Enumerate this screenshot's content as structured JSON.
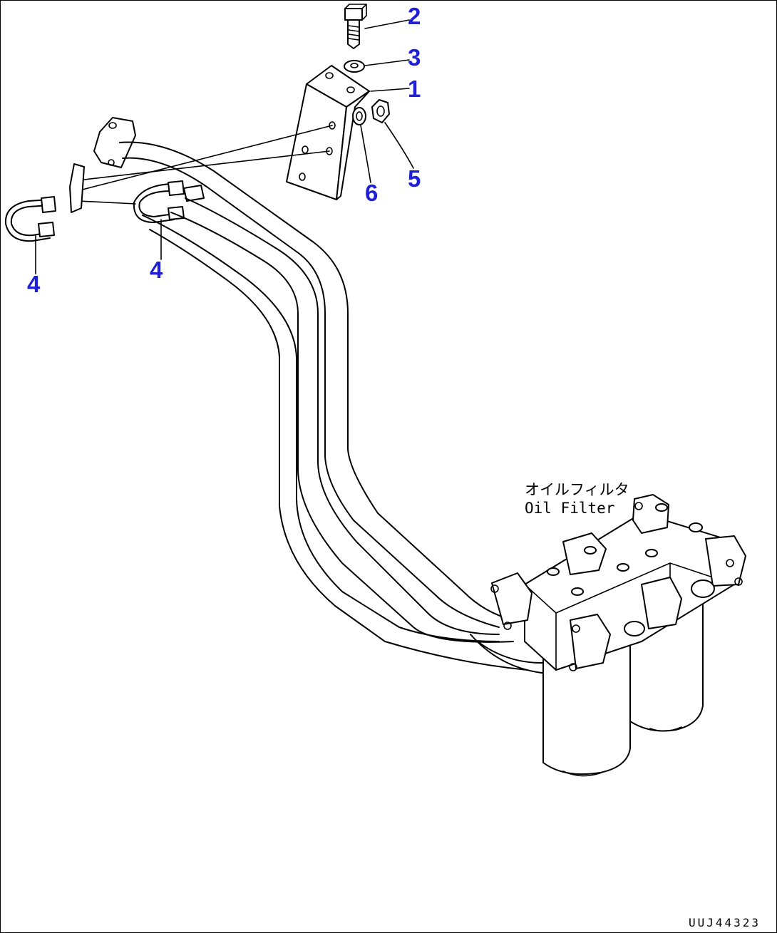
{
  "diagram": {
    "callouts": [
      "2",
      "3",
      "1",
      "5",
      "6",
      "4",
      "4"
    ],
    "caption": {
      "japanese": "オイルフィルタ",
      "english": "Oil Filter"
    },
    "figure_id": "UUJ44323"
  },
  "colors": {
    "callout": "#1f1fd6",
    "line": "#000000",
    "background": "#ffffff"
  }
}
